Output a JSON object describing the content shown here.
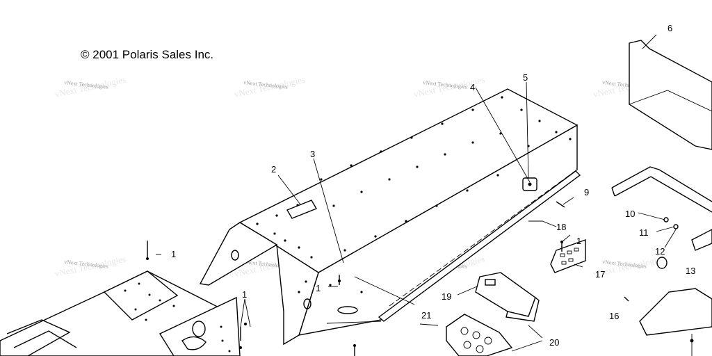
{
  "copyright": "© 2001 Polaris Sales Inc.",
  "watermark": "vNext Technologies",
  "callouts": [
    "1",
    "2",
    "3",
    "4",
    "5",
    "6",
    "9",
    "10",
    "11",
    "12",
    "13",
    "16",
    "17",
    "18",
    "19",
    "20",
    "21"
  ]
}
